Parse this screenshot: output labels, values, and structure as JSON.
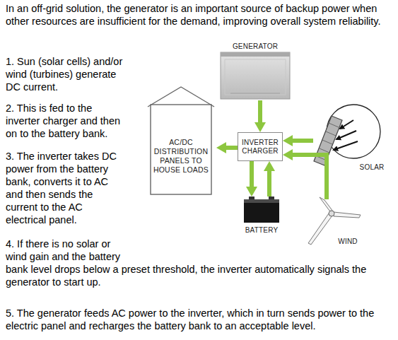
{
  "diagram": {
    "nodes": [
      {
        "text": [
          "GENERATOR"
        ]
      },
      {
        "text": [
          "AC/DC DISTRIBUTION PANELS TO HOUSE LOADS"
        ]
      },
      {
        "text": [
          "INVERTER CHARGER"
        ]
      },
      {
        "text": [
          "SOLAR"
        ]
      },
      {
        "text": [
          "BATTERY"
        ]
      },
      {
        "text": [
          "WIND"
        ]
      }
    ],
    "edges": [
      {
        "from": 0,
        "to": 2,
        "arrow": "to"
      },
      {
        "from": 2,
        "to": 1,
        "arrow": "to"
      },
      {
        "from": 3,
        "to": 2,
        "arrow": "to"
      },
      {
        "from": 2,
        "to": 4,
        "arrow": "to"
      },
      {
        "from": 4,
        "to": 2,
        "arrow": "to"
      },
      {
        "from": 5,
        "to": 2,
        "arrow": "to"
      }
    ],
    "labels": [
      "In an off-grid solution, the generator is an important source of backup power when other resources are insufficient for the demand, improving overall system reliability.",
      "1. Sun (solar cells) and/or wind (turbines) generate DC current.",
      "2. This is fed to the inverter charger and then on to the battery bank.",
      "3. The inverter takes DC power from the battery bank, converts it to AC and then sends the current to the AC electrical panel.",
      "4. If there is no solar or wind gain and the battery bank level drops below a preset threshold, the inverter automatically signals the generator to start up.",
      "5. The generator feeds AC power to the inverter, which in turn sends power to the electric panel and recharges the battery bank to an acceptable level."
    ]
  }
}
